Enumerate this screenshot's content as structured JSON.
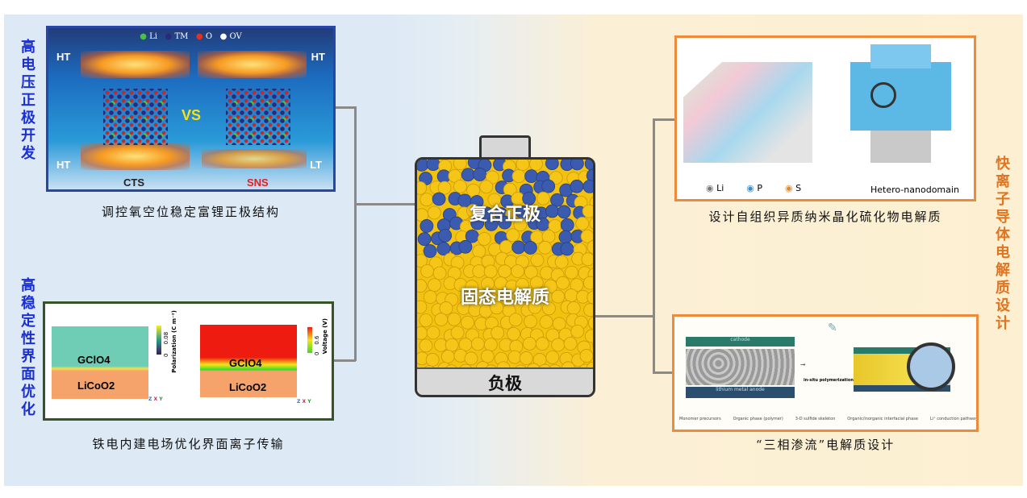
{
  "left_headings": {
    "top": "高电压正极开发",
    "bottom": "高稳定性界面优化"
  },
  "right_heading": "快离子导体电解质设计",
  "panel_top_left": {
    "legend": [
      "Li",
      "TM",
      "O",
      "OV"
    ],
    "labels": {
      "ht_tl": "HT",
      "ht_tr": "HT",
      "ht_bl": "HT",
      "lt_br": "LT",
      "vs": "VS",
      "left": "CTS",
      "right": "SNS"
    },
    "caption": "调控氧空位稳定富锂正极结构"
  },
  "panel_bottom_left": {
    "layer_top": "GClO4",
    "layer_bottom": "LiCoO2",
    "colorbar_left": {
      "label": "Polarization (C m⁻²)",
      "max": "0.08",
      "min": "0"
    },
    "colorbar_right": {
      "label": "Voltage (V)",
      "max": "0.6",
      "min": "0"
    },
    "axes": {
      "z": "Z",
      "x": "X",
      "y": "Y"
    },
    "caption": "铁电内建电场优化界面离子传输"
  },
  "battery": {
    "cathode": "复合正极",
    "electrolyte": "固态电解质",
    "anode": "负极"
  },
  "panel_top_right": {
    "legend": [
      "Li",
      "P",
      "S"
    ],
    "title": "Hetero-nanodomain",
    "caption": "设计自组织异质纳米晶化硫化物电解质"
  },
  "panel_bottom_right": {
    "cathode": "cathode",
    "anode": "lithium metal anode",
    "process": "in-situ polymerization",
    "legend": [
      "Monomer precursors",
      "Organic phase (polymer)",
      "3-D sulfide skeleton",
      "Organic/inorganic interfacial phase",
      "Li⁺ conduction pathway"
    ],
    "caption": "“三相渗流”电解质设计"
  },
  "colors": {
    "blue": "#1b2fd6",
    "orange": "#e2731f",
    "cathode_particle": "#3a5bb0",
    "electrolyte_particle": "#f5c518"
  }
}
